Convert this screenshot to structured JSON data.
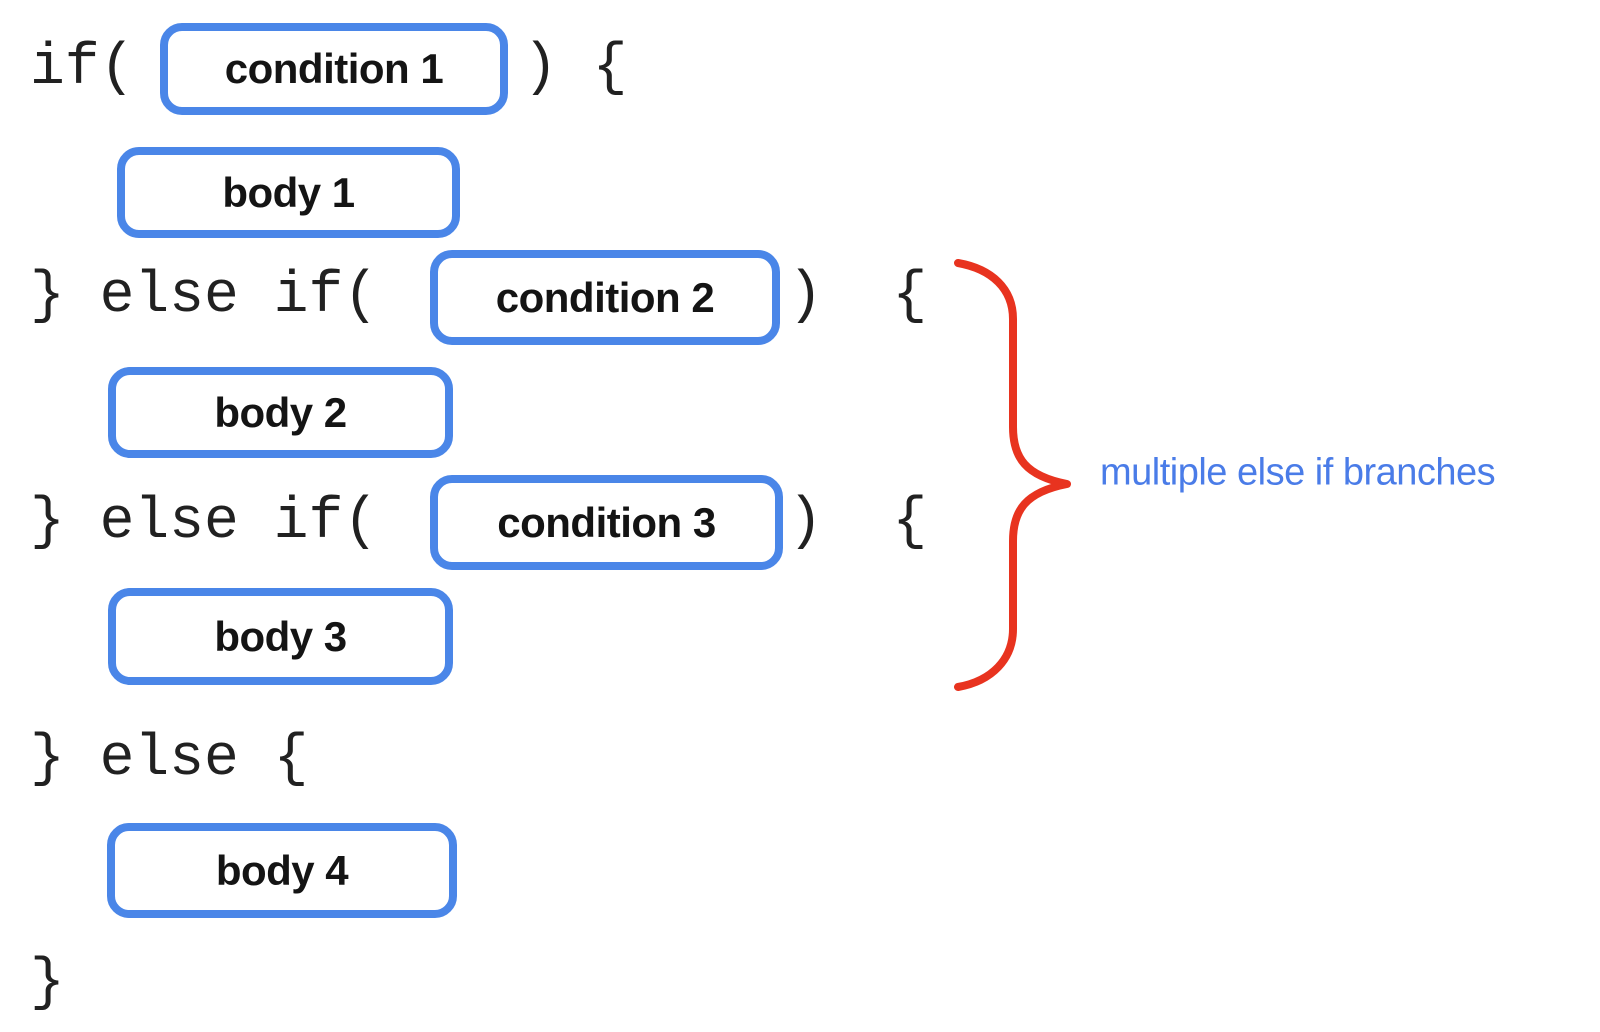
{
  "code": {
    "if_line_start": "if(",
    "if_line_end": ") {",
    "else_if_line_start": "} else if(",
    "else_if_line_end": ")  {",
    "else_line": "} else {",
    "closing_brace": "}"
  },
  "boxes": {
    "condition_1": "condition 1",
    "body_1": "body 1",
    "condition_2": "condition 2",
    "body_2": "body 2",
    "condition_3": "condition 3",
    "body_3": "body 3",
    "body_4": "body 4"
  },
  "annotation": {
    "label": "multiple else if branches"
  },
  "colors": {
    "box_border": "#4a86e8",
    "brace": "#e8331f",
    "annotation_text": "#4a7ce8",
    "code_text": "#212121"
  }
}
